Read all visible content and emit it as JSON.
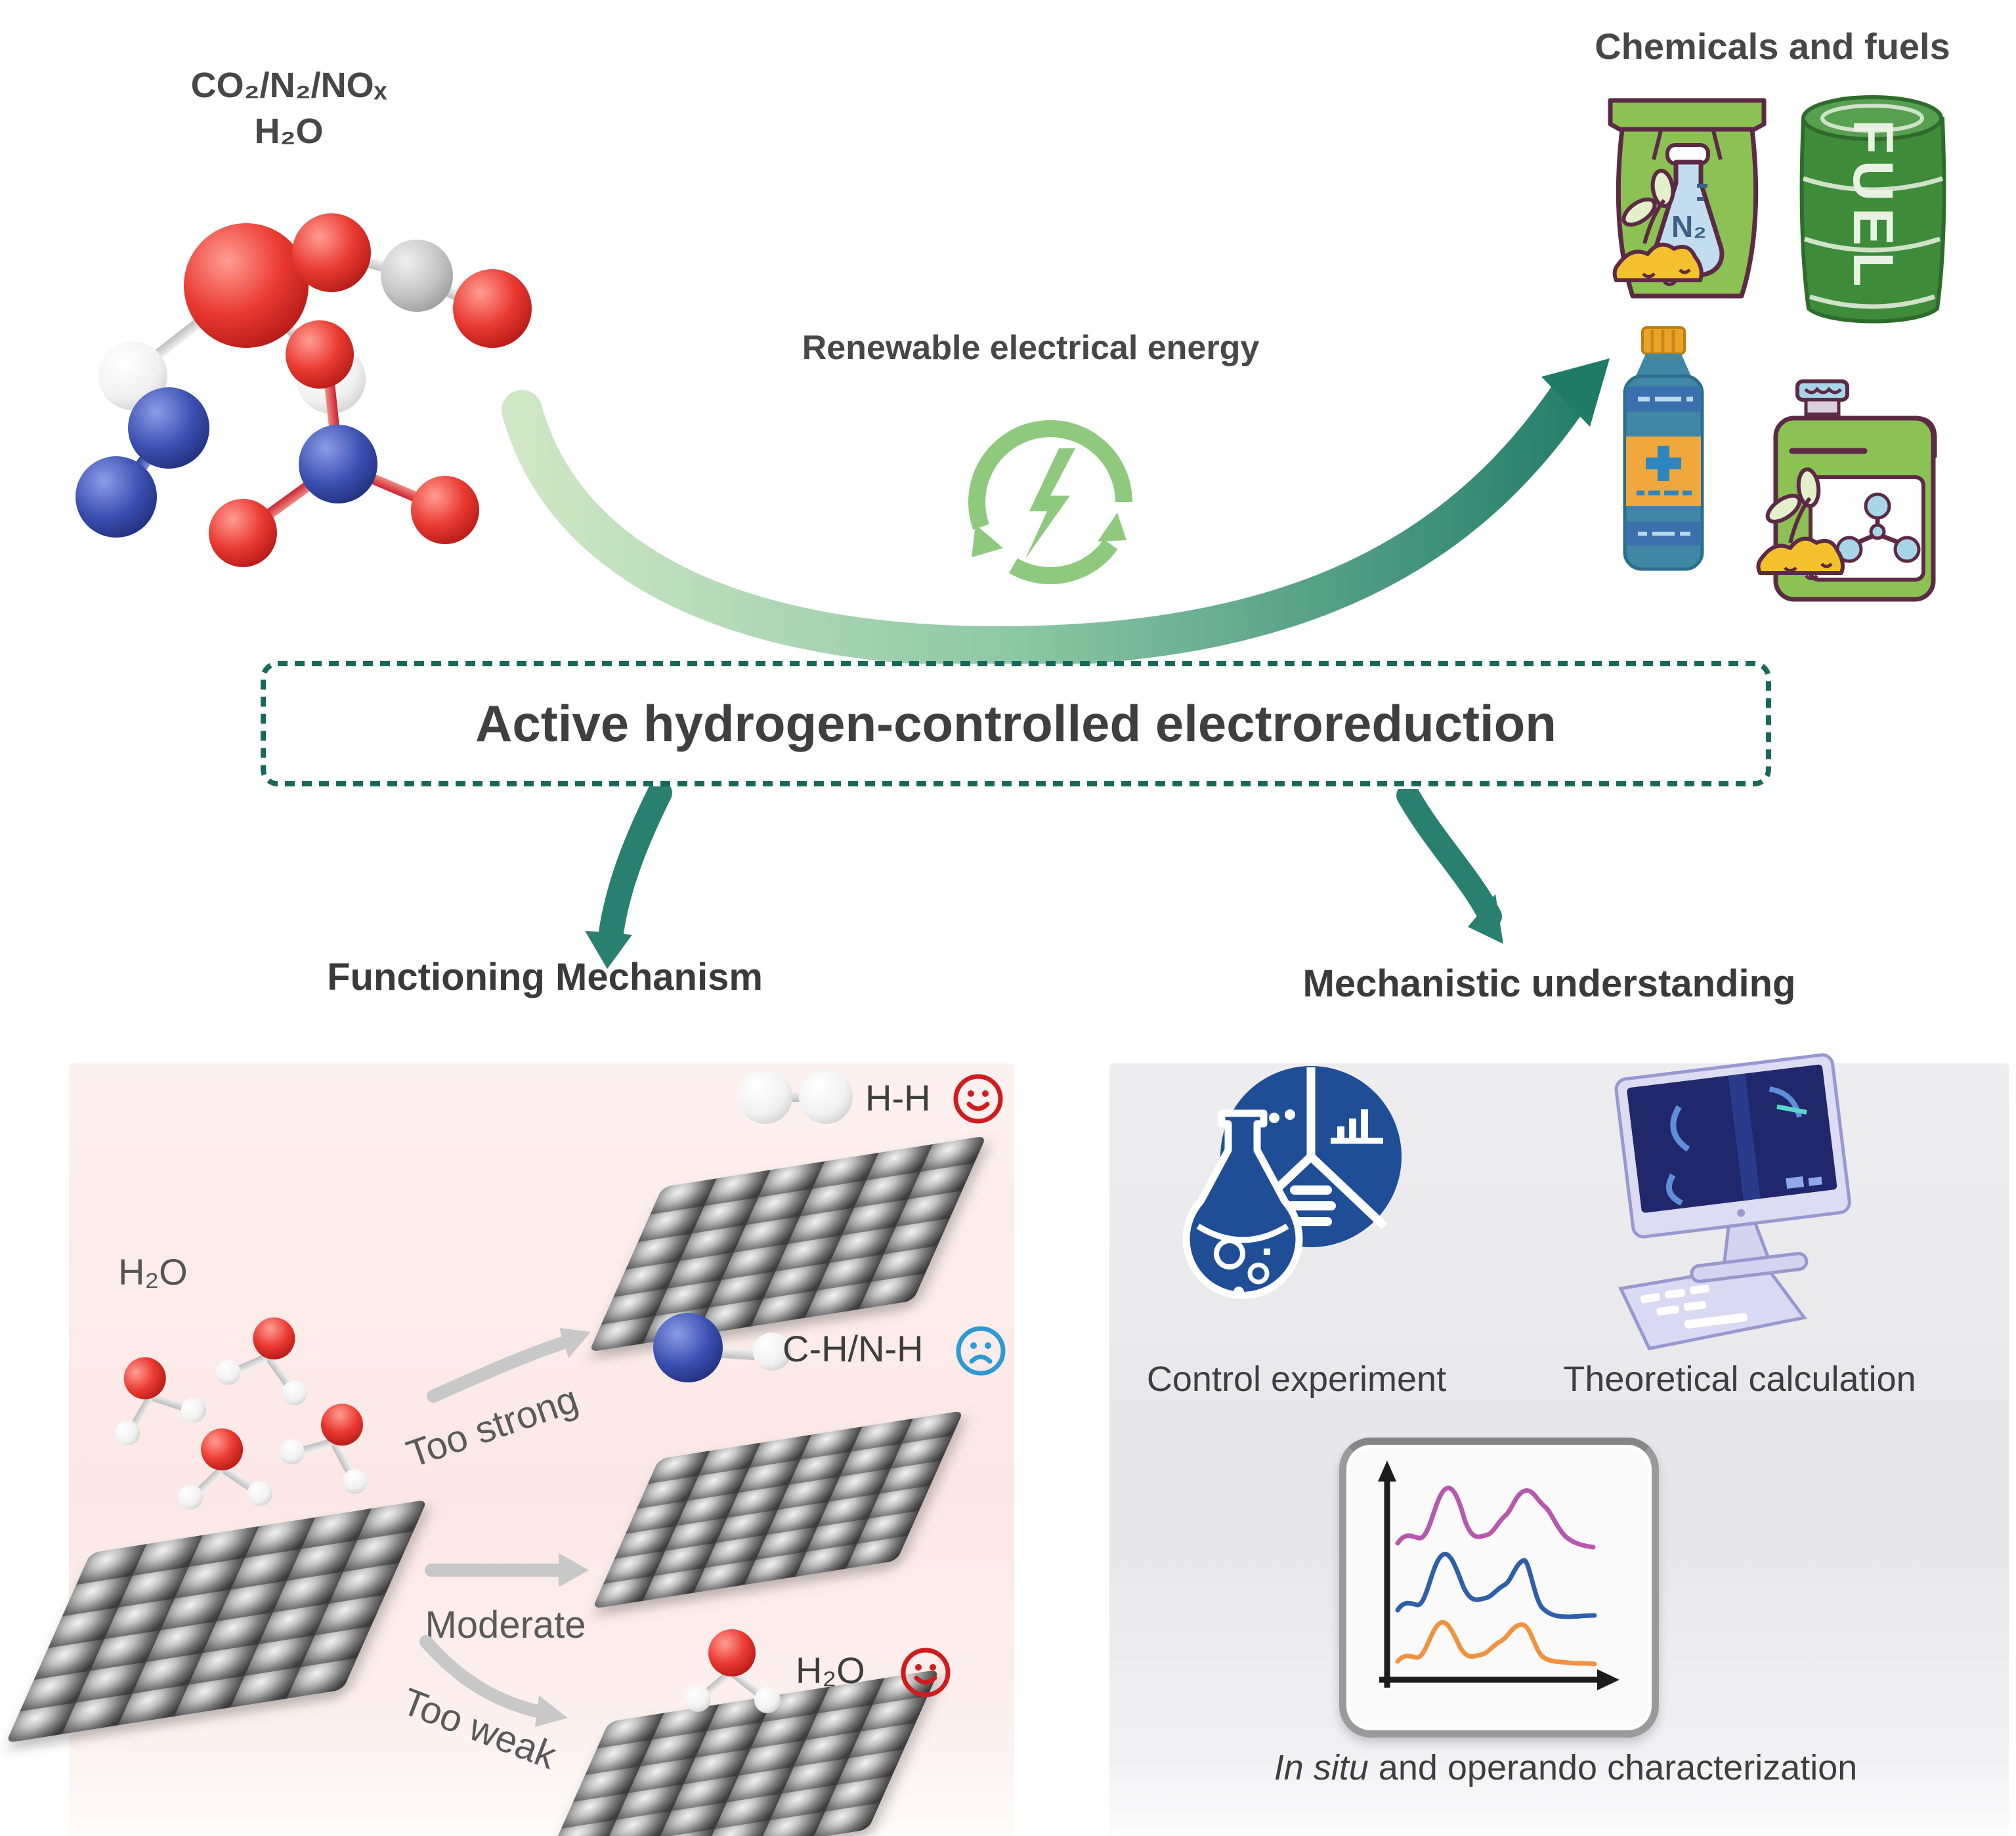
{
  "top_left": {
    "formula_gases": "CO₂/N₂/NOₓ",
    "formula_water": "H₂O"
  },
  "energy": {
    "label": "Renewable electrical energy"
  },
  "products": {
    "title": "Chemicals and fuels",
    "bag_flask_label": "N₂",
    "barrel_label": "FUEL"
  },
  "banner": {
    "label": "Active hydrogen-controlled electroreduction"
  },
  "mechanism": {
    "title": "Functioning Mechanism",
    "water_label": "H₂O",
    "branches": [
      {
        "label": "Too strong"
      },
      {
        "label": "Moderate"
      },
      {
        "label": "Too weak"
      }
    ],
    "outcomes": [
      {
        "label": "H-H",
        "mood": "happy"
      },
      {
        "label": "C-H/N-H",
        "mood": "sad"
      },
      {
        "label": "H₂O",
        "mood": "happy"
      }
    ]
  },
  "understanding": {
    "title": "Mechanistic understanding",
    "items": [
      {
        "label": "Control experiment"
      },
      {
        "label": "Theoretical calculation"
      }
    ],
    "caption_italic": "In situ",
    "caption_rest": " and operando characterization"
  },
  "colors": {
    "dark_teal_arrow": "#1f7a68",
    "light_green": "#8fc97e",
    "text_dark": "#474747",
    "pink_panel": "#fbe8e6",
    "gray_panel": "#e9e9eb",
    "oxygen_red": "#ea3a31",
    "nitrogen_blue": "#3a4fb0",
    "navy_icon": "#1f4e96",
    "happy_face_red": "#cf1d1d",
    "sad_face_blue": "#2e9ad2",
    "spectra_purple": "#b558ae",
    "spectra_blue": "#2f5fa8",
    "spectra_orange": "#f19240",
    "cartoon_green": "#8cc153",
    "barrel_green": "#3e8c3a"
  }
}
